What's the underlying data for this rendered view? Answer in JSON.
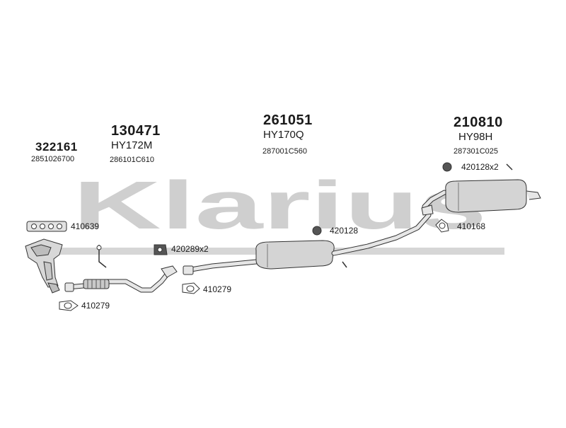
{
  "watermark": "Klarius",
  "groups": [
    {
      "id": "group-322161",
      "number": "322161",
      "code": "2851026700"
    },
    {
      "id": "group-130471",
      "number": "130471",
      "model": "HY172M",
      "code": "286101C610"
    },
    {
      "id": "group-261051",
      "number": "261051",
      "model": "HY170Q",
      "code": "287001C560"
    },
    {
      "id": "group-210810",
      "number": "210810",
      "model": "HY98H",
      "code": "287301C025"
    }
  ],
  "parts": {
    "p410639": "410639",
    "p410279a": "410279",
    "p410279b": "410279",
    "p420289": "420289x2",
    "p420128a": "420128",
    "p420128b": "420128x2",
    "p410168": "410168"
  },
  "colors": {
    "watermark": "#cfcfcf",
    "stroke": "#333333",
    "fill": "#dcdcdc"
  }
}
